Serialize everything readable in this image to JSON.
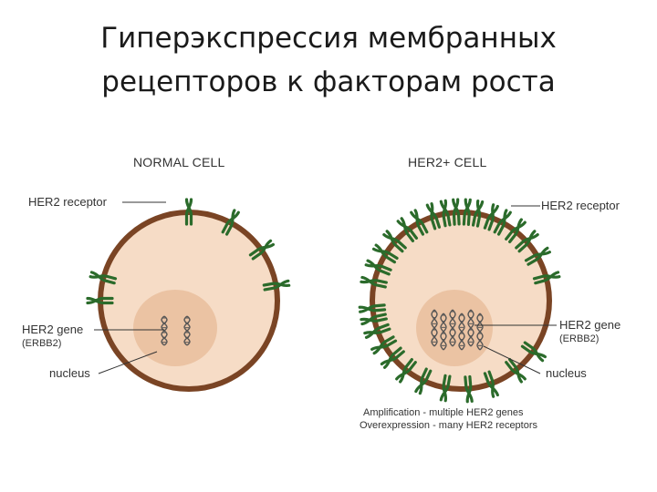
{
  "title": {
    "line1": "Гиперэкспрессия мембранных",
    "line2": "рецепторов к факторам роста"
  },
  "normal_cell": {
    "heading": "NORMAL CELL",
    "receptor_label": "HER2 receptor",
    "gene_label": "HER2 gene",
    "gene_sub": "(ERBB2)",
    "nucleus_label": "nucleus"
  },
  "her2_cell": {
    "heading": "HER2+ CELL",
    "receptor_label": "HER2 receptor",
    "gene_label": "HER2 gene",
    "gene_sub": "(ERBB2)",
    "nucleus_label": "nucleus",
    "caption_line1": "Amplification - multiple HER2 genes",
    "caption_line2": "Overexpression - many HER2 receptors"
  },
  "colors": {
    "membrane": "#7a4424",
    "cytoplasm": "#f6dcc6",
    "nucleus": "#ebc3a3",
    "receptor": "#2b6b2b",
    "dna": "#555555",
    "text": "#333333"
  }
}
